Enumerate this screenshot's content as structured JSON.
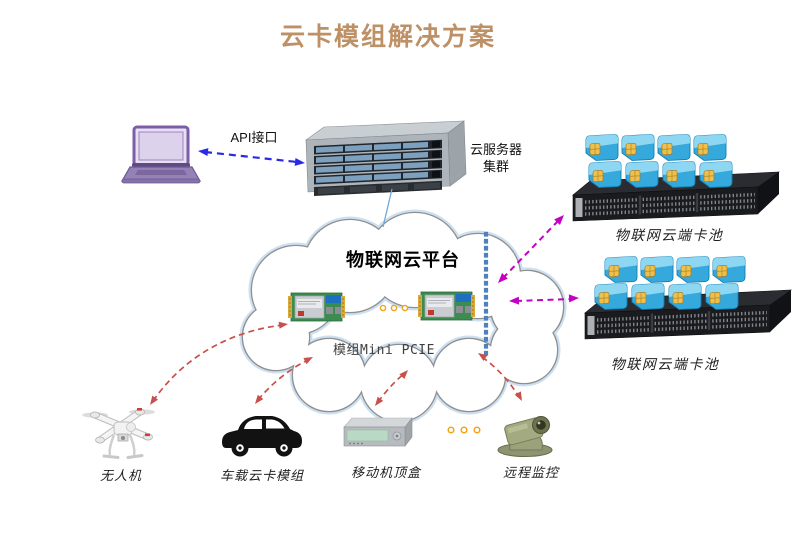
{
  "title": "云卡模组解决方案",
  "api": {
    "label": "API接口"
  },
  "server": {
    "label_line1": "云服务器",
    "label_line2": "集群"
  },
  "cloud": {
    "platform_label": "物联网云平台",
    "module_label": "模组Mini PCIE"
  },
  "card_pools": [
    {
      "label": "物联网云端卡池"
    },
    {
      "label": "物联网云端卡池"
    }
  ],
  "devices": [
    {
      "id": "drone",
      "label": "无人机"
    },
    {
      "id": "car",
      "label": "车载云卡模组"
    },
    {
      "id": "set-top-box",
      "label": "移动机顶盒"
    },
    {
      "id": "camera",
      "label": "远程监控"
    }
  ],
  "colors": {
    "title": "#BE9065",
    "api_arrow": "#2929E8",
    "cloud_pool_arrow": "#C400C4",
    "device_arrow": "#C9504A",
    "dotted_link": "#4E81BD",
    "cloud_stroke": "#8F8F8F"
  }
}
